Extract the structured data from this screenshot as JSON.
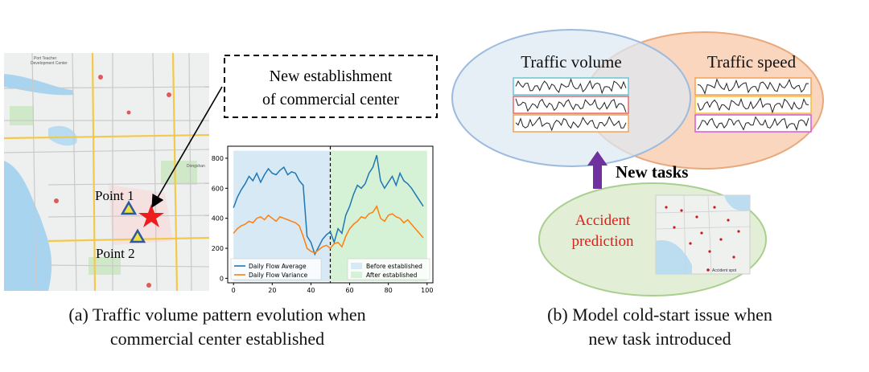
{
  "panel_a": {
    "establish_box": {
      "line1": "New establishment",
      "line2": "of commercial center"
    },
    "point1_label": "Point 1",
    "point2_label": "Point 2",
    "map_labels": [
      "Port Teacher",
      "Development Center",
      "Dongshan"
    ],
    "caption_line1": "(a) Traffic volume pattern evolution when",
    "caption_line2": "commercial center established"
  },
  "chart_data": {
    "type": "line",
    "x": [
      0,
      2,
      4,
      6,
      8,
      10,
      12,
      14,
      16,
      18,
      20,
      22,
      24,
      26,
      28,
      30,
      32,
      34,
      36,
      38,
      40,
      42,
      44,
      46,
      48,
      50,
      52,
      54,
      56,
      58,
      60,
      62,
      64,
      66,
      68,
      70,
      72,
      74,
      76,
      78,
      80,
      82,
      84,
      86,
      88,
      90,
      92,
      94,
      96,
      98
    ],
    "series": [
      {
        "name": "Daily Flow Average",
        "color": "#1f77b4",
        "values": [
          470,
          540,
          590,
          630,
          680,
          650,
          700,
          640,
          690,
          730,
          700,
          690,
          720,
          740,
          690,
          710,
          700,
          650,
          620,
          280,
          240,
          160,
          210,
          260,
          290,
          310,
          240,
          330,
          300,
          420,
          480,
          560,
          620,
          600,
          630,
          700,
          740,
          820,
          650,
          600,
          640,
          680,
          620,
          700,
          650,
          630,
          600,
          560,
          520,
          480
        ]
      },
      {
        "name": "Daily Flow Variance",
        "color": "#ff7f0e",
        "values": [
          300,
          330,
          350,
          360,
          380,
          370,
          400,
          410,
          390,
          420,
          400,
          380,
          410,
          400,
          390,
          380,
          370,
          350,
          280,
          200,
          180,
          170,
          190,
          210,
          220,
          200,
          230,
          240,
          210,
          280,
          330,
          360,
          380,
          410,
          400,
          430,
          440,
          480,
          400,
          380,
          420,
          430,
          410,
          400,
          370,
          390,
          360,
          330,
          300,
          270
        ]
      }
    ],
    "x_ticks": [
      0,
      20,
      40,
      60,
      80,
      100
    ],
    "y_ticks": [
      0,
      200,
      400,
      600,
      800
    ],
    "xlim": [
      -3,
      103
    ],
    "ylim": [
      -30,
      880
    ],
    "shaded": [
      {
        "label": "Before established",
        "range": [
          0,
          50
        ],
        "color": "#d6e9f5"
      },
      {
        "label": "After established",
        "range": [
          50,
          100
        ],
        "color": "#d6f2d6"
      }
    ],
    "divider_x": 50,
    "legend_position": "bottom"
  },
  "panel_b": {
    "traffic_volume_label": "Traffic volume",
    "traffic_speed_label": "Traffic speed",
    "new_tasks_label": "New tasks",
    "accident_line1": "Accident",
    "accident_line2": "prediction",
    "accident_map_legend": "Accident spot",
    "caption_line1": "(b) Model cold-start issue when",
    "caption_line2": "new task introduced",
    "colors": {
      "volume_fill": "#dde7f3",
      "volume_stroke": "#9dbbdf",
      "speed_fill": "#f9d6bd",
      "speed_stroke": "#e8a97d",
      "accident_fill": "#e2efd6",
      "accident_stroke": "#a9cf8f",
      "arrow": "#7030a0",
      "accident_text": "#e0201a"
    }
  }
}
